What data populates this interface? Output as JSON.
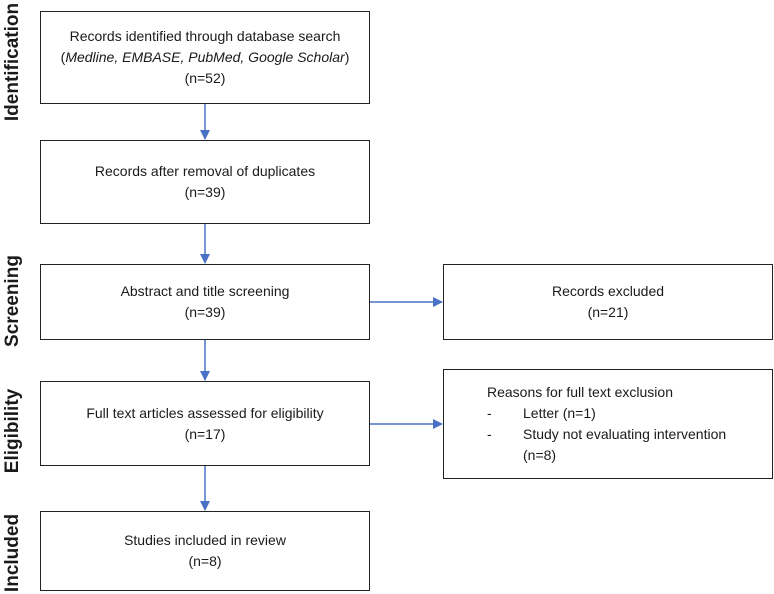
{
  "stages": {
    "identification": "Identification",
    "screening": "Screening",
    "eligibility": "Eligibility",
    "included": "Included"
  },
  "boxes": {
    "identified": {
      "line1": "Records identified through database search",
      "line2_open": "(",
      "line2_sources": "Medline, EMBASE, PubMed, Google Scholar",
      "line2_close": ")",
      "count": "(n=52)"
    },
    "duplicates_removed": {
      "label": "Records after removal of duplicates",
      "count": "(n=39)"
    },
    "screening": {
      "label": "Abstract and title screening",
      "count": "(n=39)"
    },
    "excluded": {
      "label": "Records excluded",
      "count": "(n=21)"
    },
    "full_text": {
      "label": "Full text articles assessed for eligibility",
      "count": "(n=17)"
    },
    "reasons": {
      "title": "Reasons for full text exclusion",
      "items": [
        {
          "bullet": "-",
          "text": "Letter (n=1)"
        },
        {
          "bullet": "-",
          "text": "Study not evaluating intervention",
          "count": "(n=8)"
        }
      ]
    },
    "included": {
      "label": "Studies included in review",
      "count": "(n=8)"
    }
  },
  "colors": {
    "arrow": "#4a72c4",
    "border": "#222222"
  }
}
